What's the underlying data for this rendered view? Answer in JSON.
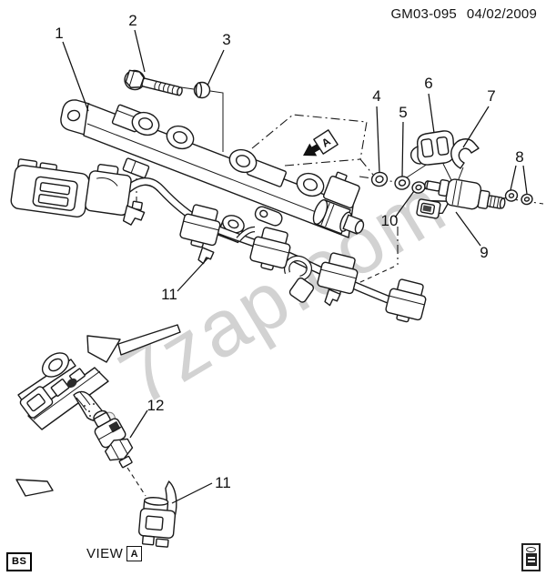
{
  "header": {
    "code": "GM03-095",
    "date": "04/02/2009"
  },
  "watermark": {
    "text": "7zap.com"
  },
  "direction_arrow": {
    "label": "A"
  },
  "view": {
    "label": "VIEW",
    "detail": "A"
  },
  "badge": {
    "text": "BS"
  },
  "callouts": {
    "c1": "1",
    "c2": "2",
    "c3": "3",
    "c4": "4",
    "c5": "5",
    "c6": "6",
    "c7": "7",
    "c8": "8",
    "c9": "9",
    "c10": "10",
    "c11a": "11",
    "c12": "12",
    "c11b": "11"
  },
  "colors": {
    "line": "#1a1a1a",
    "watermark": "#d2d2d2",
    "accent_dark": "#2a2a2a",
    "background": "#ffffff"
  }
}
